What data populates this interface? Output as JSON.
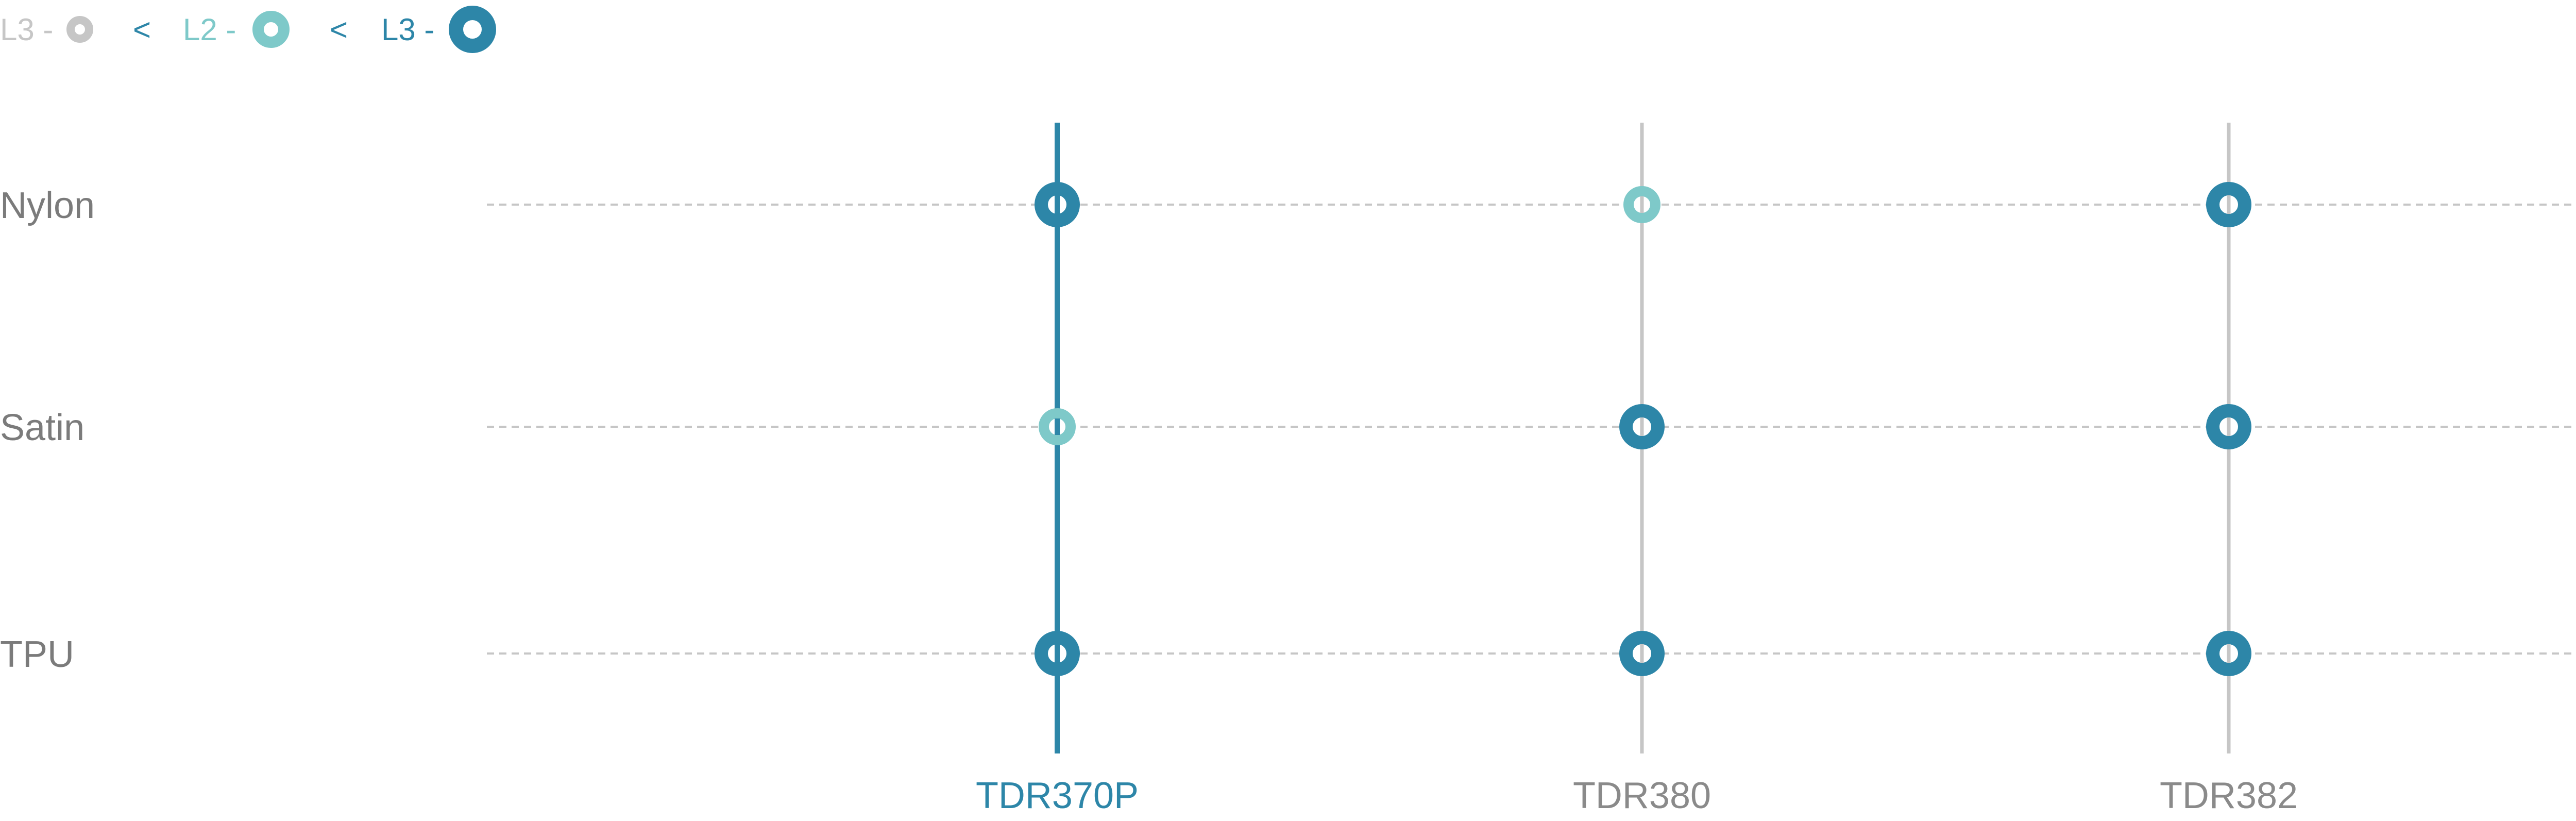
{
  "chart_data": {
    "type": "dot-matrix",
    "title": "",
    "legend": [
      {
        "label": "L3",
        "level": 1,
        "color": "#c6c6c6"
      },
      {
        "label": "L2",
        "level": 2,
        "color": "#7ec9c9"
      },
      {
        "label": "L3",
        "level": 3,
        "color": "#2d86a8"
      }
    ],
    "legend_separator": "<",
    "legend_label_suffix": " -",
    "rows": [
      "Nylon",
      "Satin",
      "TPU"
    ],
    "columns": [
      "TDR370P",
      "TDR380",
      "TDR382"
    ],
    "highlighted_column": "TDR370P",
    "levels": [
      [
        3,
        2,
        3
      ],
      [
        2,
        3,
        3
      ],
      [
        3,
        3,
        3
      ]
    ]
  },
  "colors": {
    "level_1": "#c6c6c6",
    "level_2": "#7ec9c9",
    "level_3": "#2d86a8",
    "highlight": "#2d86a8",
    "vertical_line": "#c6c6c6",
    "grid_line": "#c6c6c6",
    "row_label": "#7b7b7b",
    "column_label": "#8a8a8a"
  }
}
